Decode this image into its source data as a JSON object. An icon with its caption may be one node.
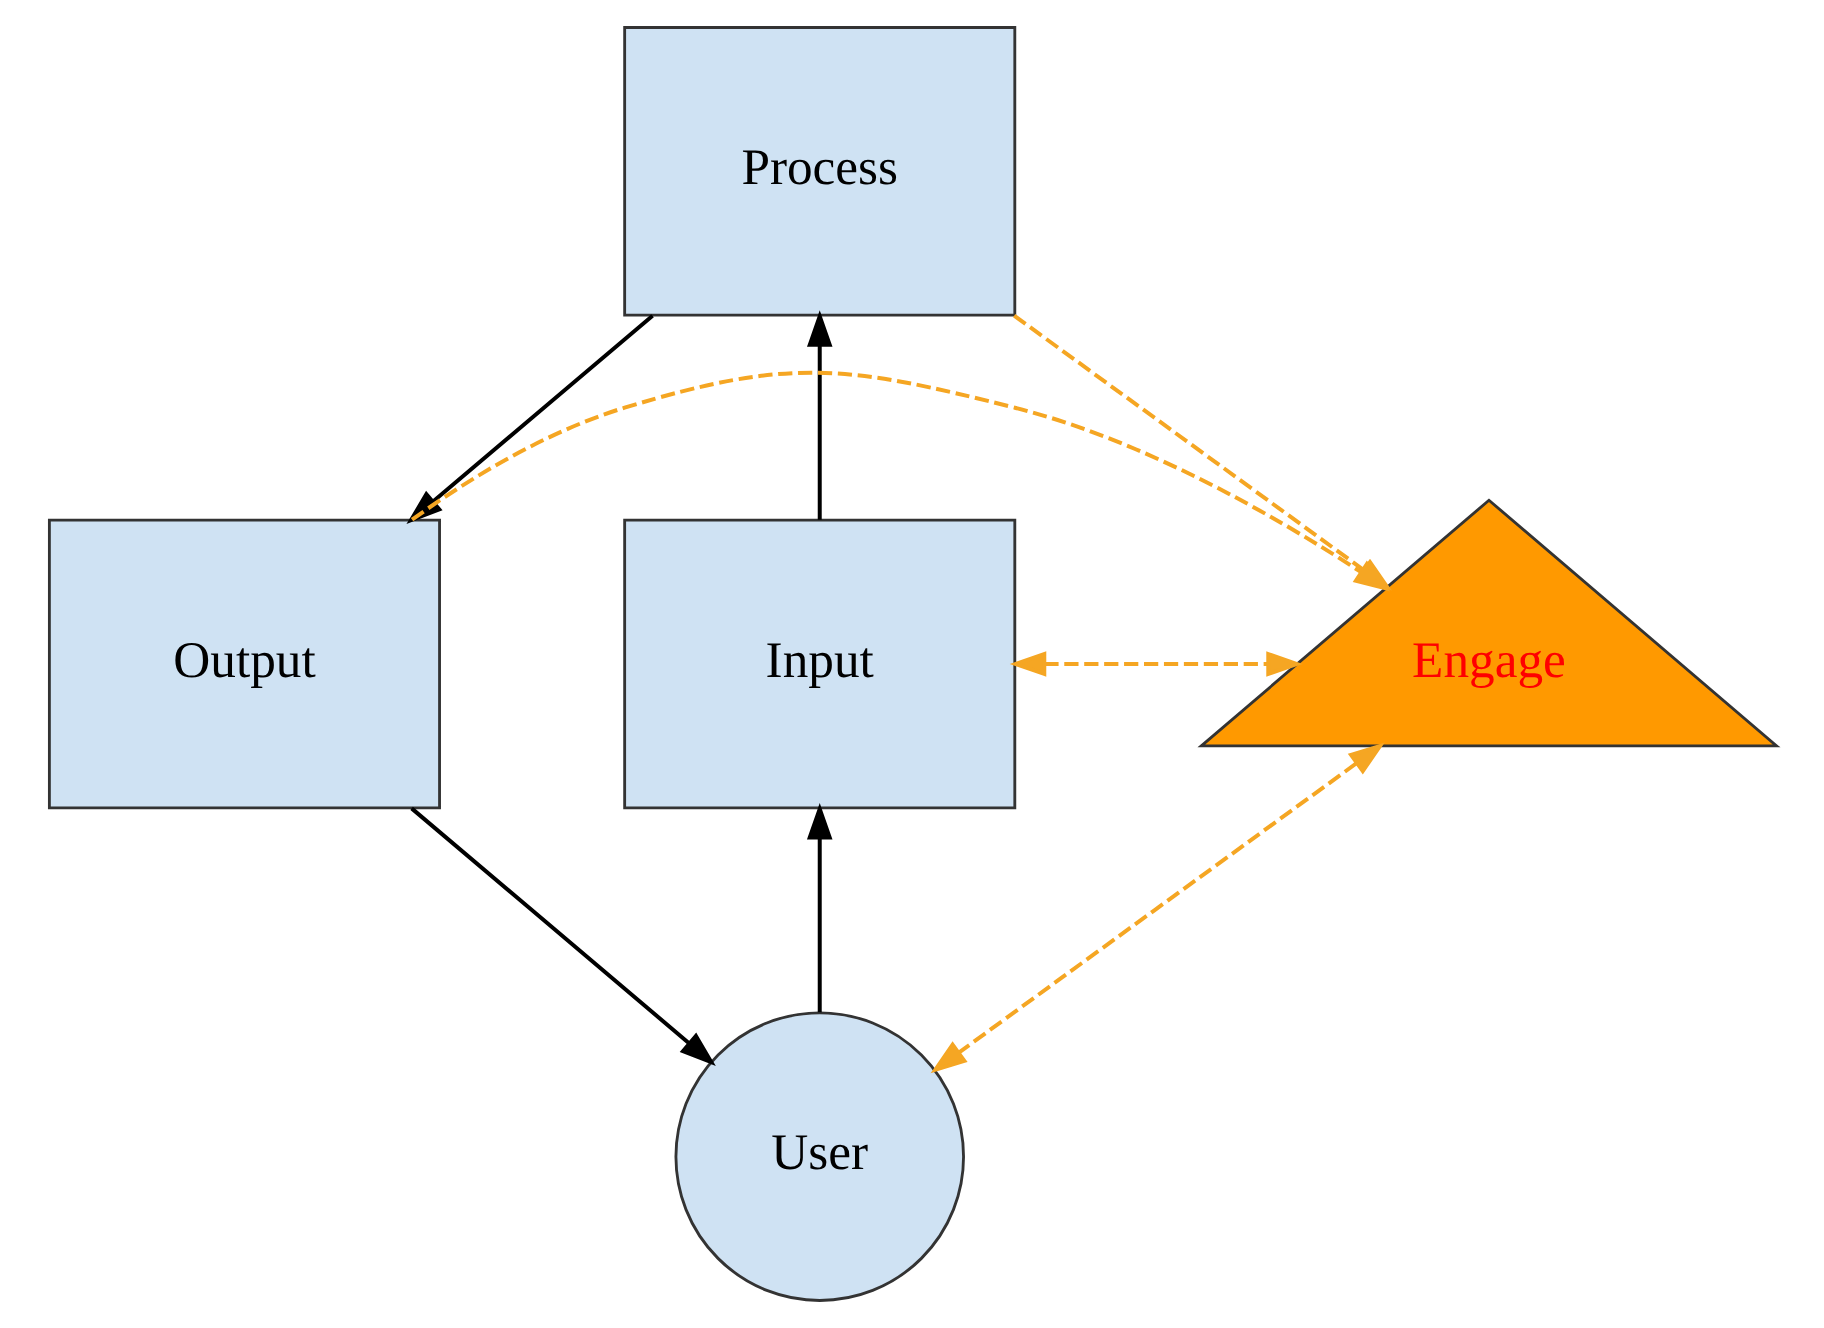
{
  "diagram": {
    "nodes": [
      {
        "text": [
          "Process"
        ]
      },
      {
        "text": [
          "Input"
        ]
      },
      {
        "text": [
          "Engage"
        ]
      },
      {
        "text": [
          "Output"
        ]
      },
      {
        "text": [
          "User"
        ]
      }
    ],
    "edges": [
      {
        "from": 1,
        "to": 0,
        "arrow": "to"
      },
      {
        "from": 0,
        "to": 3,
        "arrow": "to"
      },
      {
        "from": 3,
        "to": 4,
        "arrow": "to"
      },
      {
        "from": 4,
        "to": 1,
        "arrow": "to"
      },
      {
        "from": 0,
        "to": 2,
        "arrow": "to",
        "style": "dashed",
        "color": "#f5a623"
      },
      {
        "from": 1,
        "to": 2,
        "arrow": "both",
        "style": "dashed",
        "color": "#f5a623"
      },
      {
        "from": 3,
        "to": 2,
        "arrow": "to",
        "style": "dashed",
        "color": "#f5a623"
      },
      {
        "from": 2,
        "to": 4,
        "arrow": "both",
        "style": "dashed",
        "color": "#f5a623"
      }
    ]
  }
}
